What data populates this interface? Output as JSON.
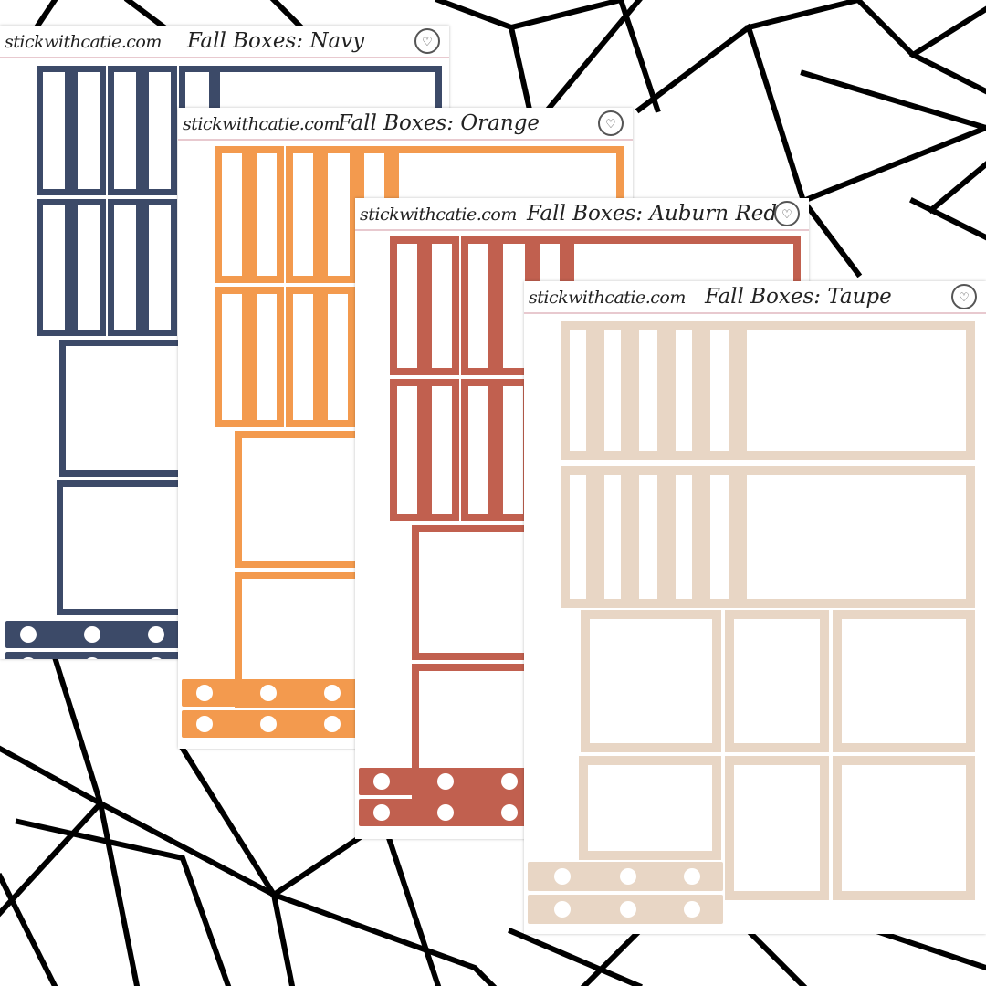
{
  "sheets": [
    {
      "site": "stickwithcatie.com",
      "title": "Fall Boxes: Navy",
      "color": "#3c4a68"
    },
    {
      "site": "stickwithcatie.com",
      "title": "Fall Boxes: Orange",
      "color": "#f39a4e"
    },
    {
      "site": "stickwithcatie.com",
      "title": "Fall Boxes: Auburn Red",
      "color": "#c1604f"
    },
    {
      "site": "stickwithcatie.com",
      "title": "Fall Boxes: Taupe",
      "color": "#e8d6c5"
    }
  ],
  "background": {
    "color": "#ffffff",
    "line_color": "#000000"
  },
  "icons": {
    "logo": "heart-seal-icon"
  }
}
